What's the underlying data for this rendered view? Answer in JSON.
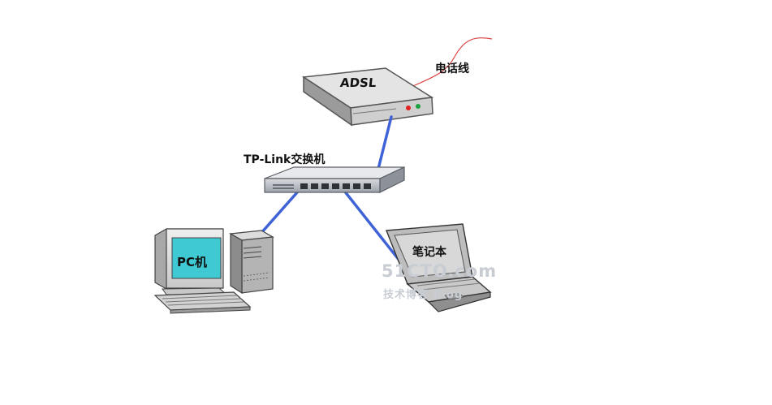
{
  "diagram": {
    "nodes": {
      "adsl": {
        "label": "ADSL"
      },
      "switch": {
        "label": "TP-Link交换机"
      },
      "pc": {
        "label": "PC机"
      },
      "laptop": {
        "label": "笔记本"
      }
    },
    "phone_line": {
      "label": "电话线",
      "color": "#d94040"
    },
    "connections": [
      {
        "from": "adsl",
        "to": "switch"
      },
      {
        "from": "switch",
        "to": "pc"
      },
      {
        "from": "switch",
        "to": "laptop"
      }
    ],
    "cable_color": "#3f63d6"
  },
  "watermark": {
    "site": "51CTO.com",
    "subtitle": "技术博客 Blog"
  }
}
